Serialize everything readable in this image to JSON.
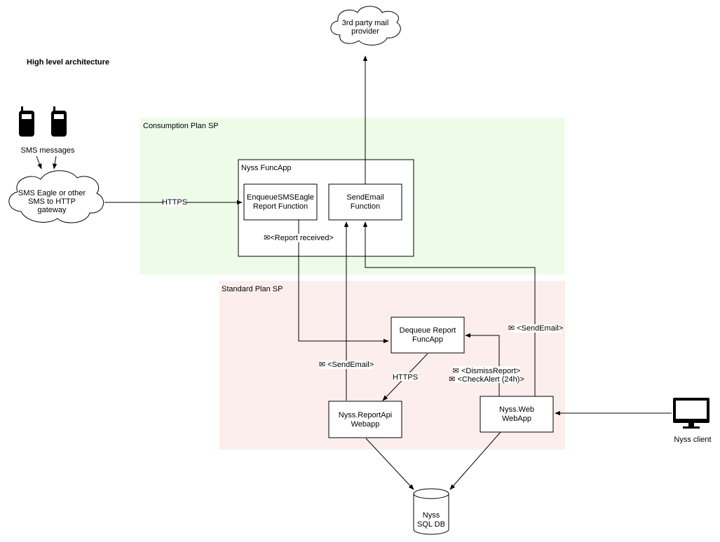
{
  "title": "High level architecture",
  "groups": {
    "consumption": {
      "label": "Consumption Plan SP",
      "fill": "#eefbe9"
    },
    "standard": {
      "label": "Standard Plan SP",
      "fill": "#fdeeee"
    }
  },
  "nodes": {
    "mail_provider": [
      "3rd party mail",
      "provider"
    ],
    "sms_gateway": [
      "SMS Eagle or other",
      "SMS to HTTP",
      "gateway"
    ],
    "funcapp": "Nyss FuncApp",
    "enqueue": [
      "EnqueueSMSEagle",
      "Report Function"
    ],
    "sendemail": [
      "SendEmail",
      "Function"
    ],
    "dequeue": [
      "Dequeue Report",
      "FuncApp"
    ],
    "reportapi": [
      "Nyss.ReportApi",
      "Webapp"
    ],
    "web": [
      "Nyss.Web",
      "WebApp"
    ],
    "db": [
      "Nyss",
      "SQL DB"
    ],
    "client": "Nyss client"
  },
  "edge_labels": {
    "sms_messages": "SMS messages",
    "https_gateway": "HTTPS",
    "report_received": "✉<Report received>",
    "send_email_web": "✉ <SendEmail>",
    "send_email_api": "✉ <SendEmail>",
    "https_dequeue": "HTTPS",
    "dismiss_report": "✉ <DismissReport>",
    "check_alert": "✉ <CheckAlert (24h)>"
  }
}
